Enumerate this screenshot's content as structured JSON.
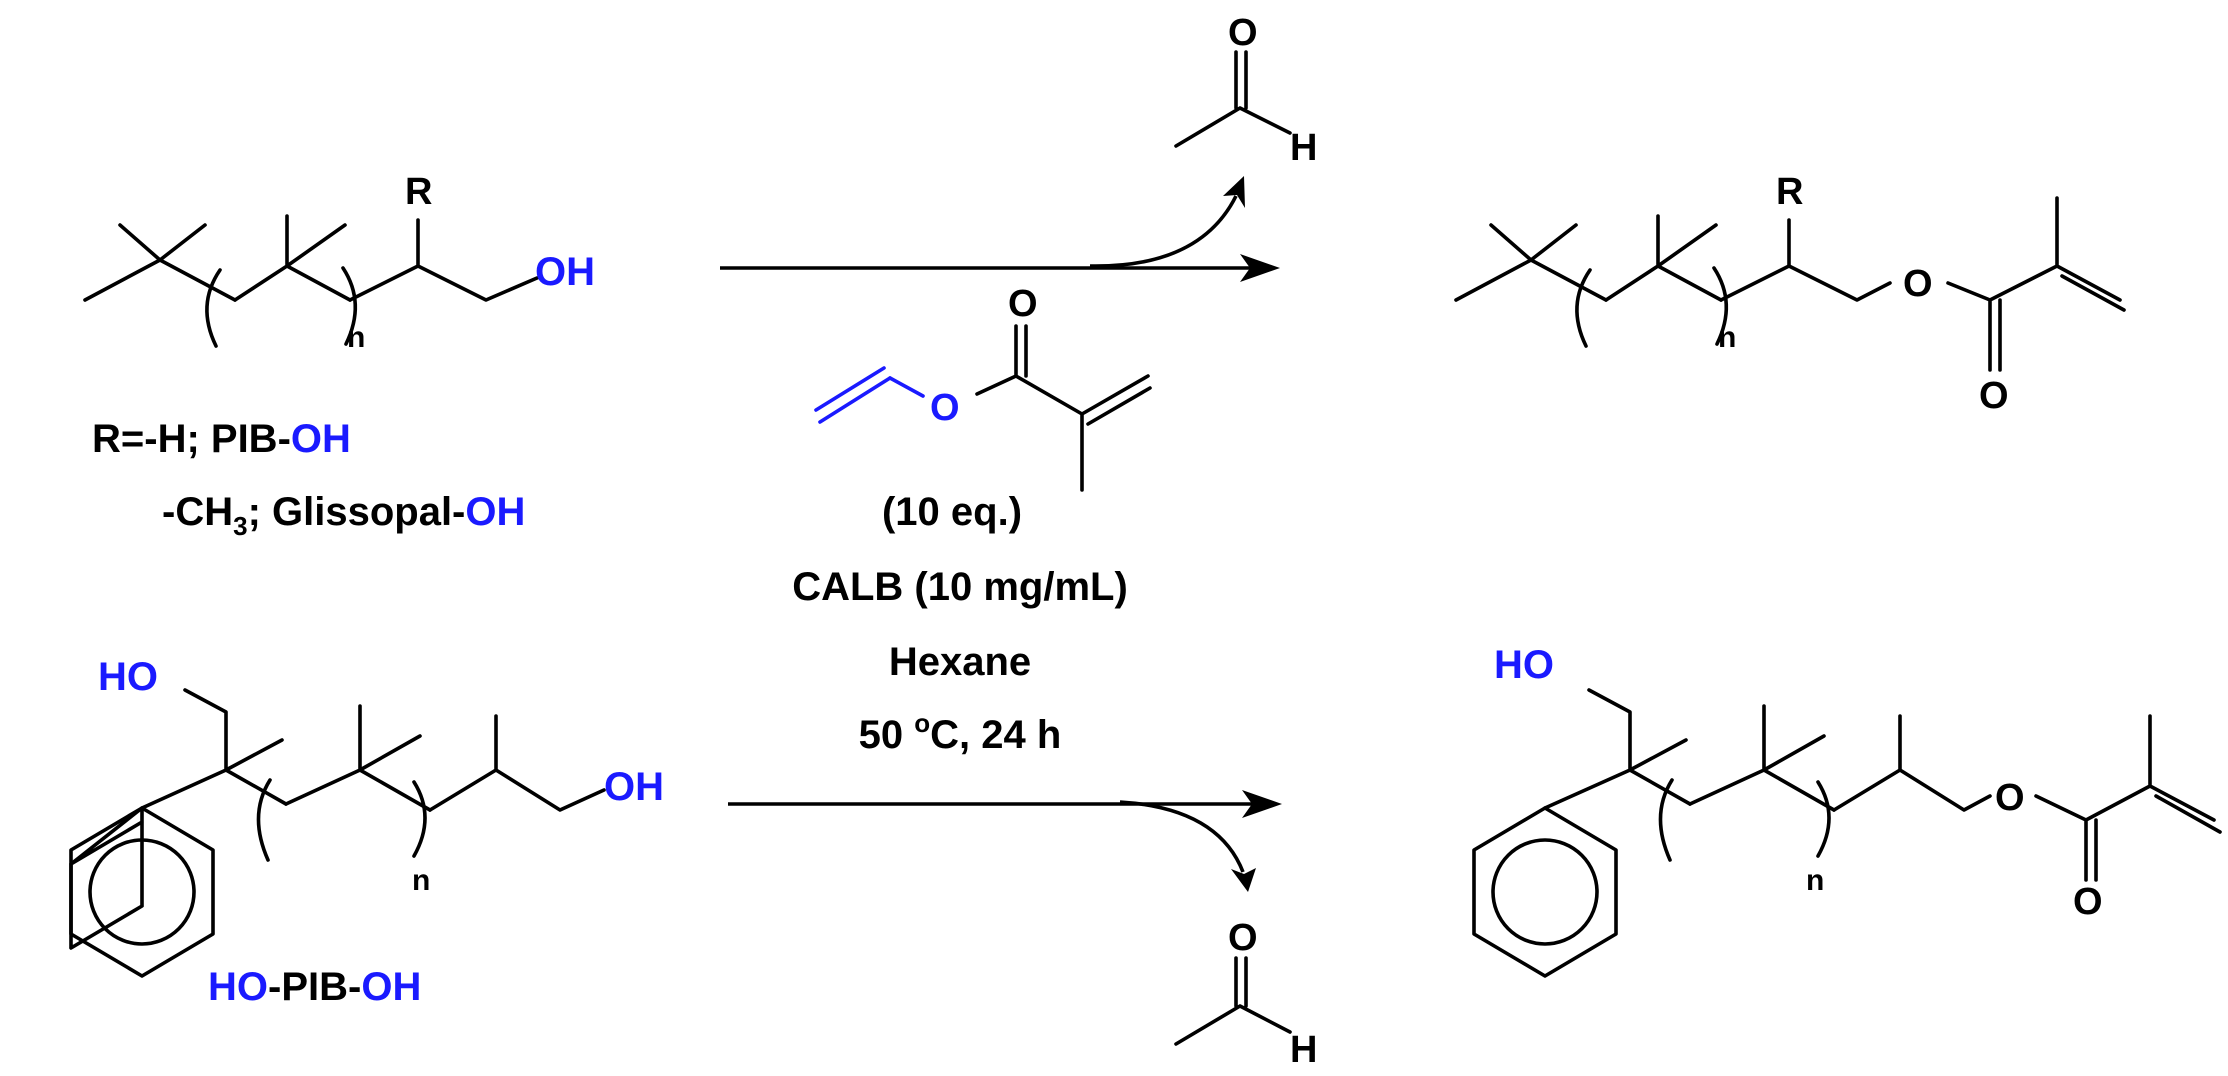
{
  "colors": {
    "ink": "#000000",
    "hydroxyl": "#1a1aff",
    "background": "#ffffff"
  },
  "atoms": {
    "oxygen": "O",
    "hydrogen": "H",
    "hydroxyl": "OH",
    "hydroxyl_left": "HO",
    "r_group": "R",
    "repeat_n": "n"
  },
  "reactant_top": {
    "r_line1_pre": "R=-H; PIB-",
    "r_line1_oh": "OH",
    "r_line2_pre": "-CH",
    "r_line2_sub": "3",
    "r_line2_mid": "; Glissopal-",
    "r_line2_oh": "OH"
  },
  "reactant_bottom": {
    "label_ho": "HO",
    "label_mid": "-PIB-",
    "label_oh": "OH"
  },
  "conditions": {
    "equivalents": "(10 eq.)",
    "catalyst": "CALB (10 mg/mL)",
    "solvent": "Hexane",
    "temp_value": "50 ",
    "temp_degree": "o",
    "temp_rest": "C, 24 h"
  },
  "byproduct_label": "acetaldehyde"
}
